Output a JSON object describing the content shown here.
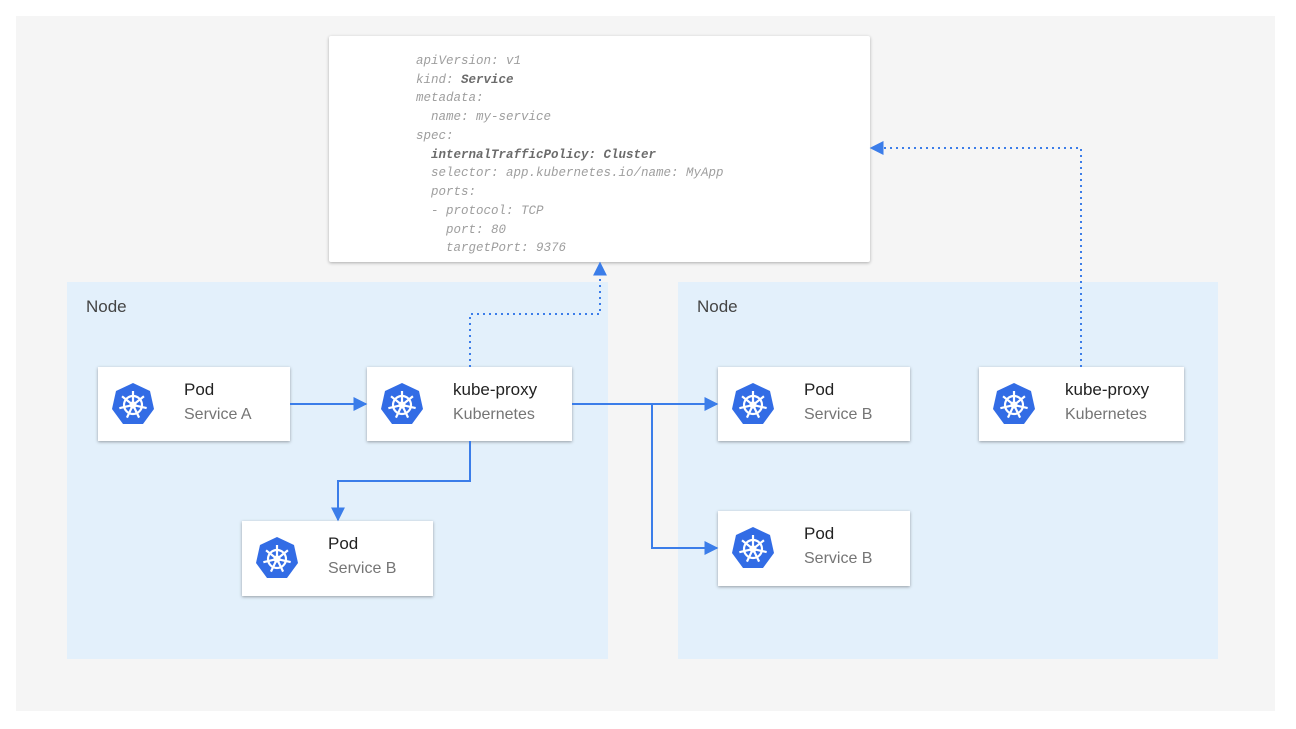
{
  "colors": {
    "accent": "#3b7de9",
    "node_bg": "#e3f0fb",
    "canvas_bg": "#f5f5f5"
  },
  "code": [
    {
      "text": "apiVersion: v1",
      "bold": false
    },
    {
      "text": "kind: ",
      "bold": false,
      "bold_part": "Service"
    },
    {
      "text": "metadata:",
      "bold": false
    },
    {
      "text": "  name: my-service",
      "bold": false
    },
    {
      "text": "spec:",
      "bold": false
    },
    {
      "text": "  internalTrafficPolicy: Cluster",
      "bold": true
    },
    {
      "text": "  selector: app.kubernetes.io/name: MyApp",
      "bold": false
    },
    {
      "text": "  ports:",
      "bold": false
    },
    {
      "text": "  - protocol: TCP",
      "bold": false
    },
    {
      "text": "    port: 80",
      "bold": false
    },
    {
      "text": "    targetPort: 9376",
      "bold": false
    }
  ],
  "nodes": [
    {
      "label": "Node"
    },
    {
      "label": "Node"
    }
  ],
  "cards": {
    "pod_a": {
      "title": "Pod",
      "subtitle": "Service A",
      "icon": "kubernetes-helm-icon"
    },
    "proxy_left": {
      "title": "kube-proxy",
      "subtitle": "Kubernetes",
      "icon": "kubernetes-helm-icon"
    },
    "pod_b_left": {
      "title": "Pod",
      "subtitle": "Service B",
      "icon": "kubernetes-helm-icon"
    },
    "pod_b_right1": {
      "title": "Pod",
      "subtitle": "Service B",
      "icon": "kubernetes-helm-icon"
    },
    "pod_b_right2": {
      "title": "Pod",
      "subtitle": "Service B",
      "icon": "kubernetes-helm-icon"
    },
    "proxy_right": {
      "title": "kube-proxy",
      "subtitle": "Kubernetes",
      "icon": "kubernetes-helm-icon"
    }
  }
}
